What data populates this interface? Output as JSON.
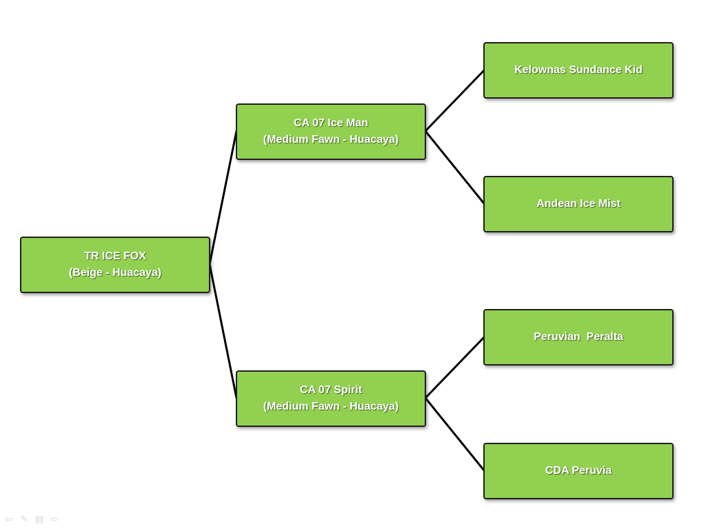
{
  "pedigree": {
    "root": {
      "line1": "TR ICE FOX",
      "line2": "(Beige - Huacaya)"
    },
    "sire": {
      "line1": "CA 07 Ice Man",
      "line2": "(Medium Fawn - Huacaya)"
    },
    "dam": {
      "line1": "CA 07 Spirit",
      "line2": "(Medium Fawn - Huacaya)"
    },
    "sire_sire": {
      "line1": "Kelownas Sundance Kid"
    },
    "sire_dam": {
      "line1": "Andean Ice Mist"
    },
    "dam_sire": {
      "line1": "Peruvian  Peralta"
    },
    "dam_dam": {
      "line1": "CDA Peruvia"
    }
  },
  "colors": {
    "box_fill": "#92d050",
    "box_border": "#1f1f1f",
    "connector": "#000000",
    "text": "#ffffff"
  },
  "slide_nav": {
    "icons": [
      "previous-arrow-icon",
      "pen-icon",
      "slide-menu-icon",
      "next-arrow-icon"
    ]
  }
}
